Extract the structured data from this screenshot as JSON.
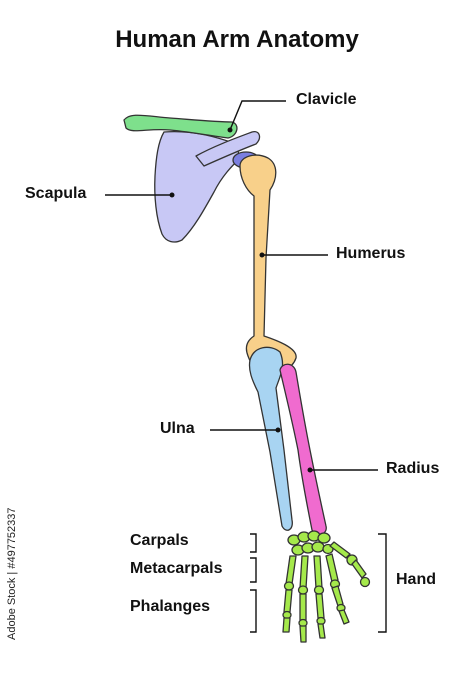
{
  "title": "Human Arm Anatomy",
  "labels": {
    "clavicle": "Clavicle",
    "scapula": "Scapula",
    "humerus": "Humerus",
    "ulna": "Ulna",
    "radius": "Radius",
    "carpals": "Carpals",
    "metacarpals": "Metacarpals",
    "phalanges": "Phalanges",
    "hand": "Hand"
  },
  "stock_id": "Adobe Stock | #497752337",
  "colors": {
    "clavicle": "#7ee08c",
    "scapula": "#c8c8f5",
    "humerus": "#f8d08a",
    "ulna": "#a8d4f2",
    "radius": "#f06bcf",
    "hand": "#a5e94b",
    "joint": "#7b7fe0"
  }
}
